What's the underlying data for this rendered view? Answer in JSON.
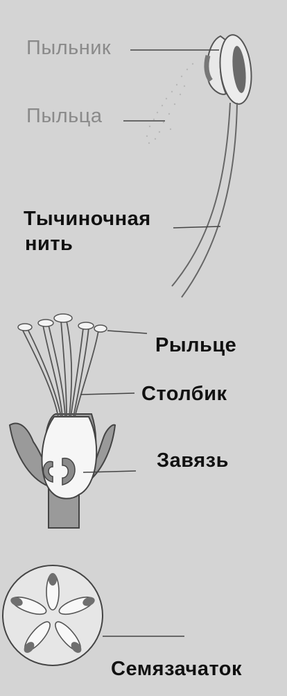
{
  "labels": {
    "anther": "Пыльник",
    "pollen": "Пыльца",
    "filament_line1": "Тычиночная",
    "filament_line2": "нить",
    "stigma": "Рыльце",
    "style": "Столбик",
    "ovary": "Завязь",
    "ovule": "Семязачаток"
  }
}
